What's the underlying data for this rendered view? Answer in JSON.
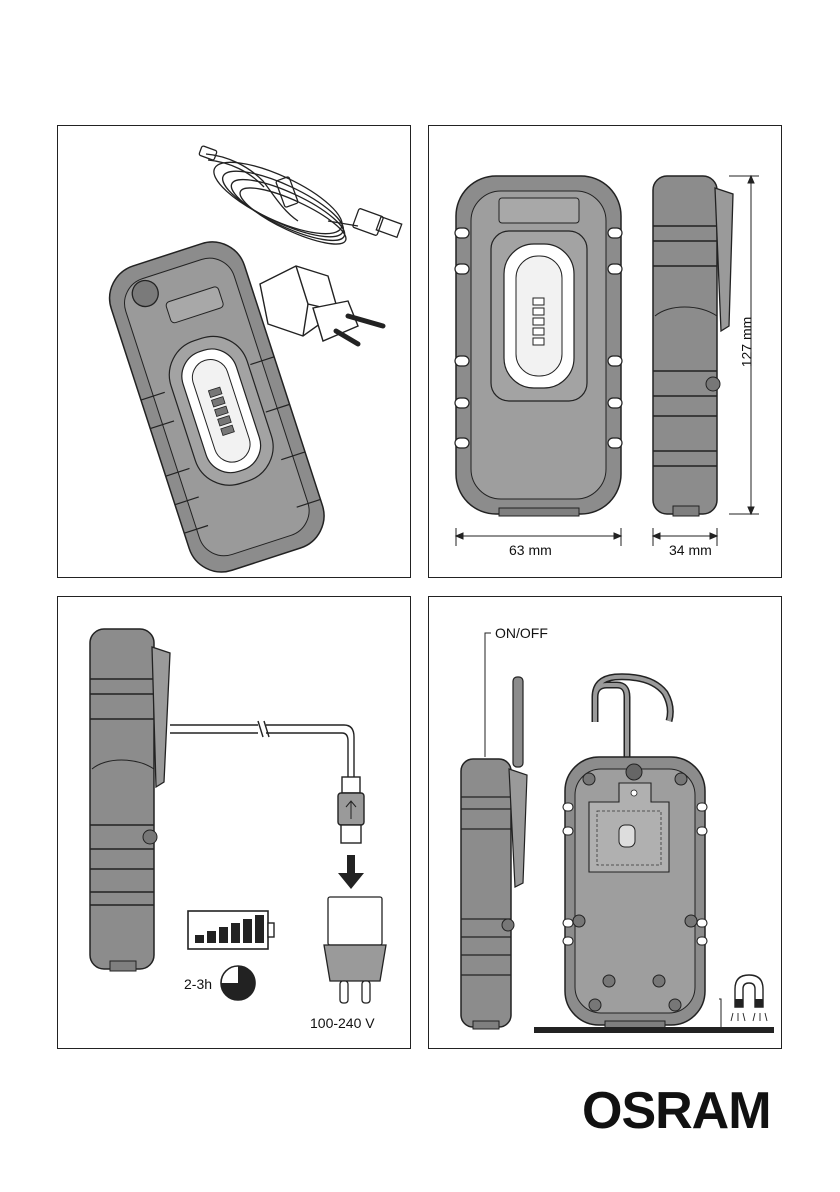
{
  "panel_dimensions": {
    "width_label": "63 mm",
    "depth_label": "34 mm",
    "height_label": "127 mm"
  },
  "panel_charging": {
    "charge_time": "2-3h",
    "voltage": "100-240 V"
  },
  "panel_usage": {
    "switch_label": "ON/OFF"
  },
  "brand": {
    "logo": "OSRAM"
  }
}
